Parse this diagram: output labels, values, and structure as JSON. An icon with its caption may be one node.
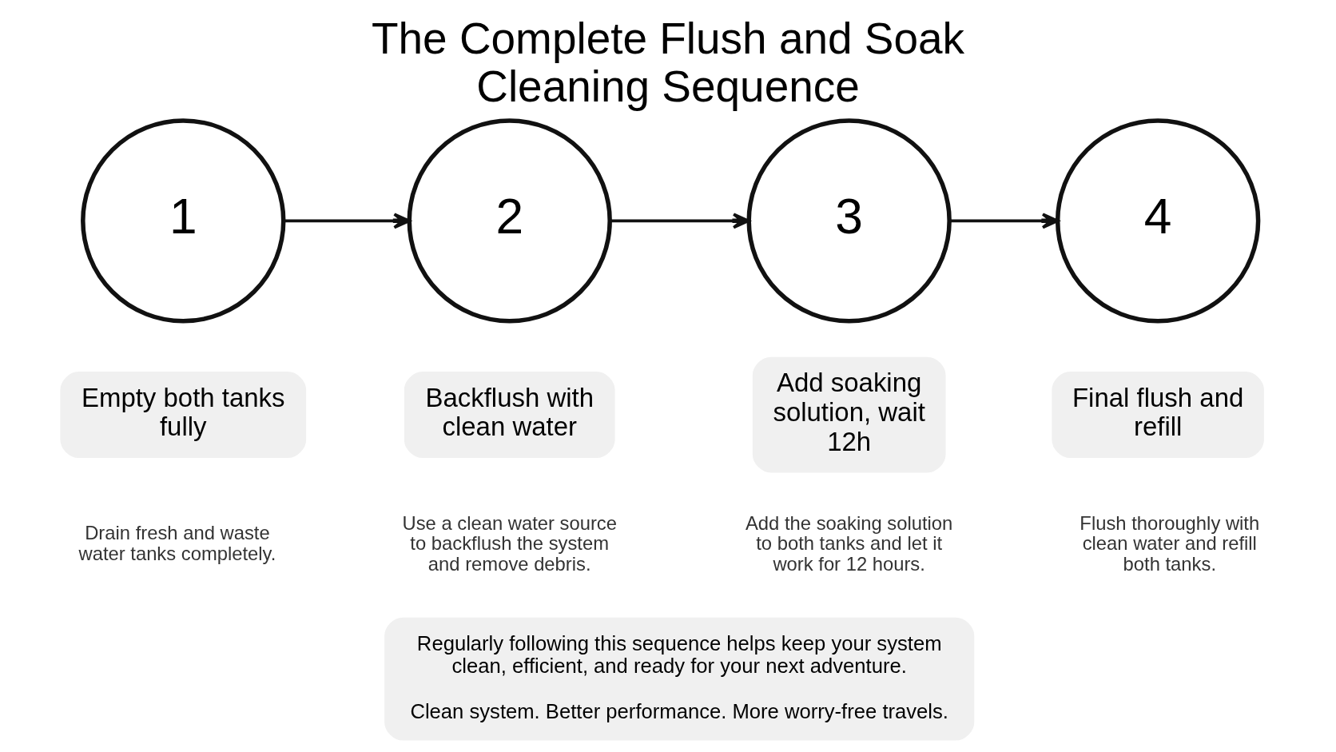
{
  "diagram": {
    "title": "The Complete Flush and Soak Cleaning Sequence",
    "nodes": [
      {
        "text": [
          "1"
        ]
      },
      {
        "text": [
          "2"
        ]
      },
      {
        "text": [
          "3"
        ]
      },
      {
        "text": [
          "4"
        ]
      },
      {
        "text": [
          "Empty both tanks fully"
        ],
        "beside": [
          "Drain fresh and waste water tanks completely."
        ]
      },
      {
        "text": [
          "Backflush with clean water"
        ],
        "beside": [
          "Use a clean water source to backflush the system and remove debris."
        ]
      },
      {
        "text": [
          "Add soaking solution, wait 12h"
        ],
        "beside": [
          "Add the soaking solution to both tanks and let it work for 12 hours."
        ]
      },
      {
        "text": [
          "Final flush and refill"
        ],
        "beside": [
          "Flush thoroughly with clean water and refill both tanks."
        ]
      },
      {
        "text": [
          "Regularly following this sequence helps keep your system clean, efficient, and ready for your next adventure.",
          "Clean system. Better performance. More worry-free travels."
        ]
      }
    ],
    "edges": [
      {
        "from": 0,
        "to": 1,
        "arrow": "to"
      },
      {
        "from": 1,
        "to": 2,
        "arrow": "to"
      },
      {
        "from": 2,
        "to": 3,
        "arrow": "to"
      }
    ]
  }
}
